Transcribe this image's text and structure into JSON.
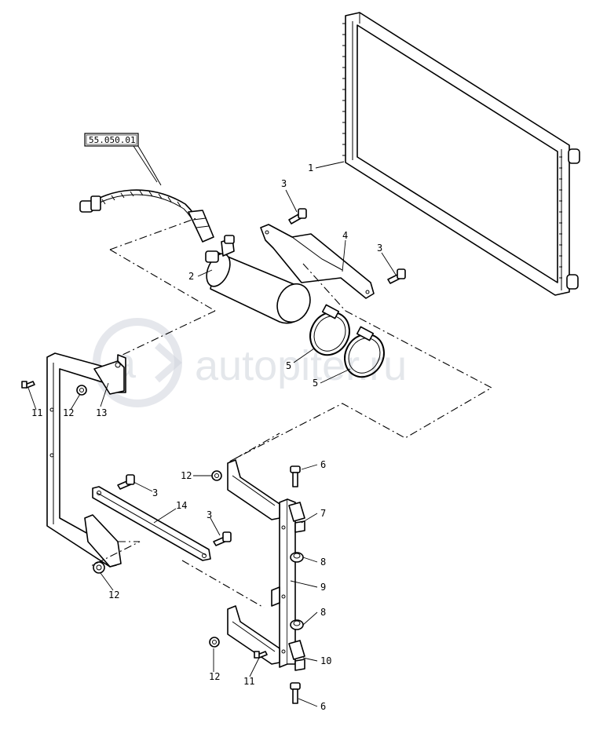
{
  "diagram": {
    "reference_box": "55.050.01",
    "watermark": "autopiter.ru",
    "callouts": {
      "c1": "1",
      "c2": "2",
      "c3a": "3",
      "c3b": "3",
      "c3c": "3",
      "c3d": "3",
      "c4": "4",
      "c5a": "5",
      "c5b": "5",
      "c6a": "6",
      "c6b": "6",
      "c7": "7",
      "c8a": "8",
      "c8b": "8",
      "c9": "9",
      "c10": "10",
      "c11a": "11",
      "c11b": "11",
      "c12a": "12",
      "c12b": "12",
      "c12c": "12",
      "c12d": "12",
      "c13": "13",
      "c14": "14"
    }
  }
}
